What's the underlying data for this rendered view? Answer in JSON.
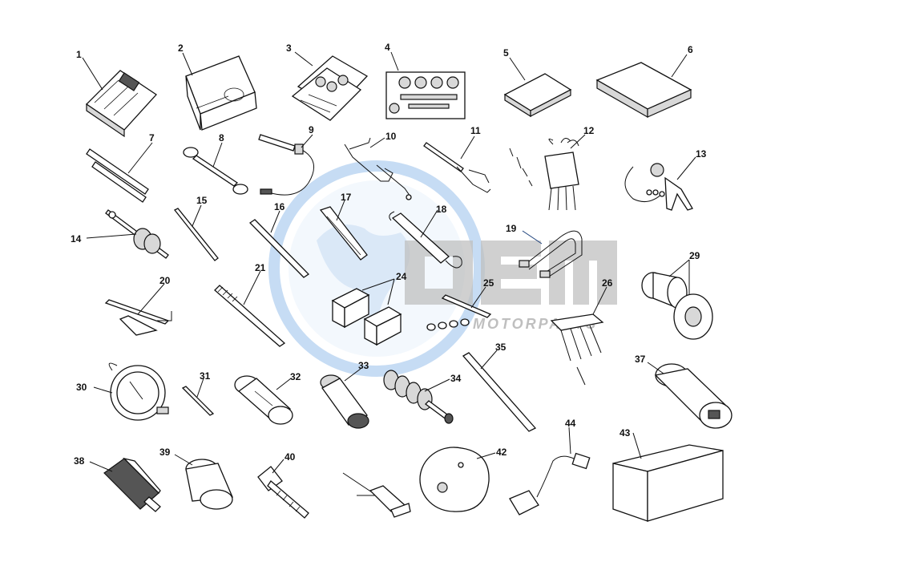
{
  "watermark": {
    "brand": "OEM",
    "tagline": "MOTORPARTS",
    "globe_color": "#2f7fd6",
    "letter_color": "#8c8c8c"
  },
  "labels": {
    "p1": "1",
    "p2": "2",
    "p3": "3",
    "p4": "4",
    "p5": "5",
    "p6": "6",
    "p7": "7",
    "p8": "8",
    "p9": "9",
    "p10": "10",
    "p11": "11",
    "p12": "12",
    "p13": "13",
    "p14": "14",
    "p15": "15",
    "p16": "16",
    "p17": "17",
    "p18": "18",
    "p19": "19",
    "p20": "20",
    "p21": "21",
    "p24": "24",
    "p25": "25",
    "p26": "26",
    "p29": "29",
    "p30": "30",
    "p31": "31",
    "p32": "32",
    "p33": "33",
    "p34": "34",
    "p35": "35",
    "p37": "37",
    "p38": "38",
    "p39": "39",
    "p40": "40",
    "p42": "42",
    "p43": "43",
    "p44": "44"
  }
}
